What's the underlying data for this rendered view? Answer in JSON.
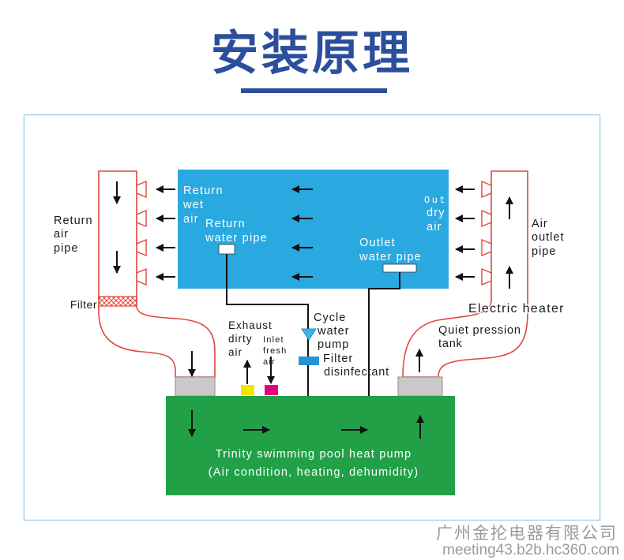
{
  "title": "安装原理",
  "room": {
    "return_wet_air": [
      "Return",
      "wet",
      "air"
    ],
    "return_water_pipe": [
      "Return",
      "water pipe"
    ],
    "outlet_water_pipe": [
      "Outlet",
      "water pipe"
    ],
    "out_dry_air": [
      "Out",
      "dry",
      "air"
    ]
  },
  "left_pipe": {
    "label": [
      "Return",
      "air",
      "pipe"
    ],
    "filter": "Filter"
  },
  "right_pipe": {
    "label": [
      "Air",
      "outlet",
      "pipe"
    ],
    "electric_heater": "Electric heater",
    "tank": [
      "Quiet pression",
      "tank"
    ]
  },
  "middle": {
    "exhaust_dirty_air": [
      "Exhaust",
      "dirty",
      "air"
    ],
    "inlet_fresh_air": [
      "Inlet",
      "fresh",
      "air"
    ],
    "cycle_water_pump": [
      "Cycle",
      "water",
      "pump"
    ],
    "filter_disinfectant": [
      "Filter",
      "disinfectant"
    ]
  },
  "heat_pump": {
    "name": "Trinity swimming pool heat pump",
    "functions": "(Air condition, heating, dehumidity)"
  },
  "watermark": {
    "company": "广州金抡电器有限公司",
    "url": "meeting43.b2b.hc360.com"
  },
  "colors": {
    "title": "#2b4e9d",
    "frame": "#a6d2ea",
    "room": "#2aa8e0",
    "heat_pump": "#22a048",
    "pipe_outline": "#e0483c",
    "exhaust_port": "#f2e500",
    "inlet_port": "#e2007e",
    "pump": "#3fb3e8",
    "filter_disinfectant": "#2593d4"
  }
}
